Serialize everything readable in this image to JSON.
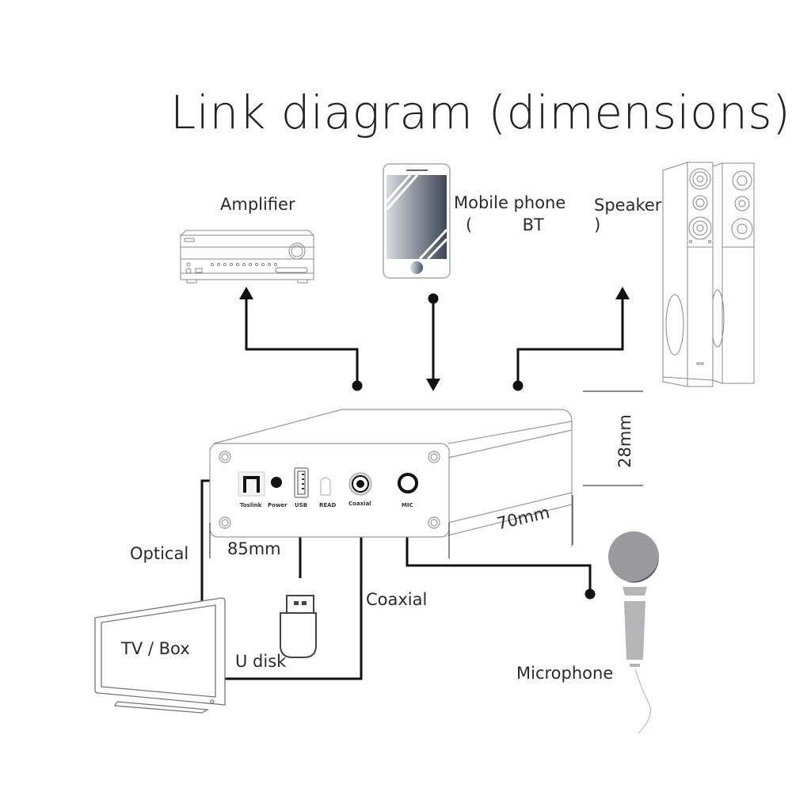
{
  "title": "Link diagram (dimensions)",
  "devices": {
    "amplifier": "Amplifier",
    "mobile_phone": "Mobile phone",
    "mobile_phone_sub": "(     BT     )",
    "speaker": "Speaker",
    "tv_box": "TV / Box",
    "u_disk": "U disk",
    "microphone": "Microphone"
  },
  "connections": {
    "optical": "Optical",
    "coaxial": "Coaxial"
  },
  "ports": [
    "Toslink",
    "Power",
    "USB",
    "READ",
    "Coaxial",
    "MIC"
  ],
  "dimensions": {
    "width": "85mm",
    "depth": "70mm",
    "height": "28mm"
  }
}
